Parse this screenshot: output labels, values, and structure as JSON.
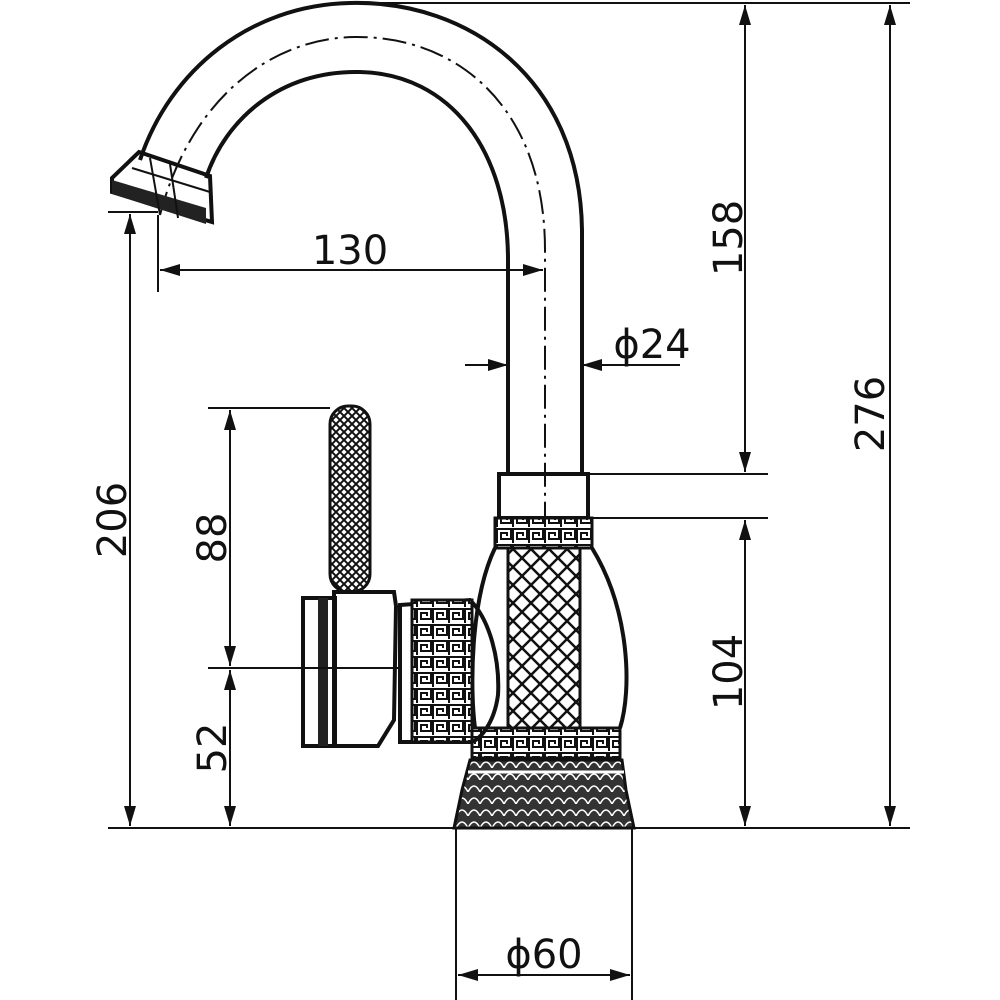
{
  "drawing": {
    "subject": "swivel-spout-faucet",
    "dimensions": {
      "spout_reach": "130",
      "spout_height": "158",
      "overall_height": "276",
      "spout_diameter": "ϕ24",
      "outlet_height": "206",
      "handle_height": "88",
      "handle_axis_height": "52",
      "body_height": "104",
      "base_diameter": "ϕ60"
    },
    "colors": {
      "line": "#111111",
      "background": "#ffffff"
    }
  }
}
